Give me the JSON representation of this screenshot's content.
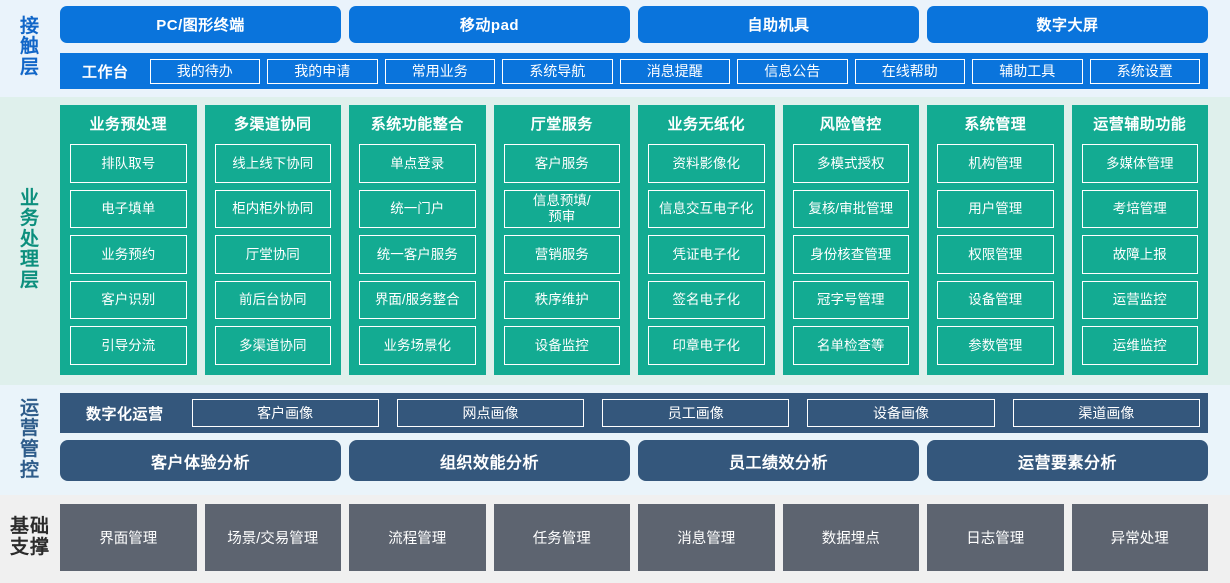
{
  "layers": {
    "contact": {
      "label": "接触层",
      "accent": "#0a74dc",
      "channels": [
        {
          "label": "PC/图形终端"
        },
        {
          "label": "移动pad"
        },
        {
          "label": "自助机具"
        },
        {
          "label": "数字大屏"
        }
      ],
      "workbench_title": "工作台",
      "workbench_items": [
        {
          "label": "我的待办"
        },
        {
          "label": "我的申请"
        },
        {
          "label": "常用业务"
        },
        {
          "label": "系统导航"
        },
        {
          "label": "消息提醒"
        },
        {
          "label": "信息公告"
        },
        {
          "label": "在线帮助"
        },
        {
          "label": "辅助工具"
        },
        {
          "label": "系统设置"
        }
      ]
    },
    "business": {
      "label": "业务处理层",
      "accent": "#13ab92",
      "columns": [
        {
          "title": "业务预处理",
          "items": [
            "排队取号",
            "电子填单",
            "业务预约",
            "客户识别",
            "引导分流"
          ]
        },
        {
          "title": "多渠道协同",
          "items": [
            "线上线下协同",
            "柜内柜外协同",
            "厅堂协同",
            "前后台协同",
            "多渠道协同"
          ]
        },
        {
          "title": "系统功能整合",
          "items": [
            "单点登录",
            "统一门户",
            "统一客户服务",
            "界面/服务整合",
            "业务场景化"
          ]
        },
        {
          "title": "厅堂服务",
          "items": [
            "客户服务",
            "信息预填/\n预审",
            "营销服务",
            "秩序维护",
            "设备监控"
          ]
        },
        {
          "title": "业务无纸化",
          "items": [
            "资料影像化",
            "信息交互电子化",
            "凭证电子化",
            "签名电子化",
            "印章电子化"
          ]
        },
        {
          "title": "风险管控",
          "items": [
            "多模式授权",
            "复核/审批管理",
            "身份核查管理",
            "冠字号管理",
            "名单检查等"
          ]
        },
        {
          "title": "系统管理",
          "items": [
            "机构管理",
            "用户管理",
            "权限管理",
            "设备管理",
            "参数管理"
          ]
        },
        {
          "title": "运营辅助功能",
          "items": [
            "多媒体管理",
            "考培管理",
            "故障上报",
            "运营监控",
            "运维监控"
          ]
        }
      ]
    },
    "operation": {
      "label": "运营管控",
      "accent": "#34577c",
      "profile_title": "数字化运营",
      "profile_items": [
        {
          "label": "客户画像"
        },
        {
          "label": "网点画像"
        },
        {
          "label": "员工画像"
        },
        {
          "label": "设备画像"
        },
        {
          "label": "渠道画像"
        }
      ],
      "analysis_items": [
        {
          "label": "客户体验分析"
        },
        {
          "label": "组织效能分析"
        },
        {
          "label": "员工绩效分析"
        },
        {
          "label": "运营要素分析"
        }
      ]
    },
    "foundation": {
      "label": "基础支撑",
      "accent": "#5d6470",
      "items": [
        {
          "label": "界面管理"
        },
        {
          "label": "场景/交易管理"
        },
        {
          "label": "流程管理"
        },
        {
          "label": "任务管理"
        },
        {
          "label": "消息管理"
        },
        {
          "label": "数据埋点"
        },
        {
          "label": "日志管理"
        },
        {
          "label": "异常处理"
        }
      ]
    }
  }
}
